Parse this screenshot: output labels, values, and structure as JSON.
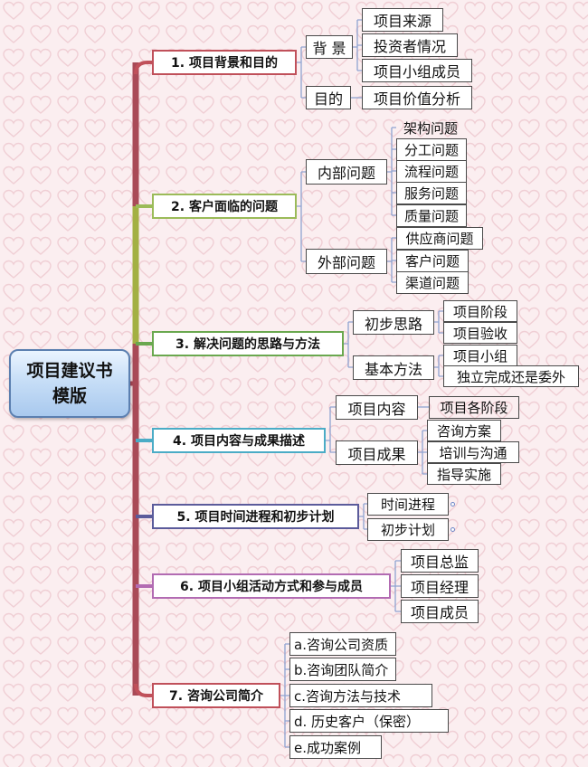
{
  "root": {
    "line1": "项目建议书",
    "line2": "模版"
  },
  "branches": {
    "b1": {
      "label": "1. 项目背景和目的",
      "c1": {
        "label": "背 景",
        "items": [
          "项目来源",
          "投资者情况",
          "项目小组成员"
        ]
      },
      "c2": {
        "label": "目的",
        "items": [
          "项目价值分析"
        ]
      }
    },
    "b2": {
      "label": "2. 客户面临的问题",
      "c1": {
        "label": "内部问题",
        "items": [
          "架构问题",
          "分工问题",
          "流程问题",
          "服务问题",
          "质量问题"
        ]
      },
      "c2": {
        "label": "外部问题",
        "items": [
          "供应商问题",
          "客户问题",
          "渠道问题"
        ]
      }
    },
    "b3": {
      "label": "3. 解决问题的思路与方法",
      "c1": {
        "label": "初步思路",
        "items": [
          "项目阶段",
          "项目验收"
        ]
      },
      "c2": {
        "label": "基本方法",
        "items": [
          "项目小组",
          "独立完成还是委外"
        ]
      }
    },
    "b4": {
      "label": "4. 项目内容与成果描述",
      "c1": {
        "label": "项目内容",
        "items": [
          "项目各阶段"
        ]
      },
      "c2": {
        "label": "项目成果",
        "items": [
          "咨询方案",
          "培训与沟通",
          "指导实施"
        ]
      }
    },
    "b5": {
      "label": "5. 项目时间进程和初步计划",
      "items": [
        "时间进程",
        "初步计划"
      ]
    },
    "b6": {
      "label": "6. 项目小组活动方式和参与成员",
      "items": [
        "项目总监",
        "项目经理",
        "项目成员"
      ]
    },
    "b7": {
      "label": "7. 咨询公司简介",
      "items": [
        "a.咨询公司资质",
        "b.咨询团队简介",
        "c.咨询方法与技术",
        "d. 历史客户（保密）",
        "e.成功案例"
      ]
    }
  },
  "colors": {
    "background": "#fbeef0",
    "heart_pattern": "#f0cfd5",
    "trunk_red": "#a94a57",
    "trunk_green": "#a3b043",
    "branch1": "#c0505a",
    "branch2": "#9bbb59",
    "branch3": "#6aa84f",
    "branch4": "#4bacc6",
    "branch5": "#5b5b9b",
    "branch6": "#b26bb2",
    "branch7": "#c0505a",
    "connector": "#8fa3d1"
  }
}
